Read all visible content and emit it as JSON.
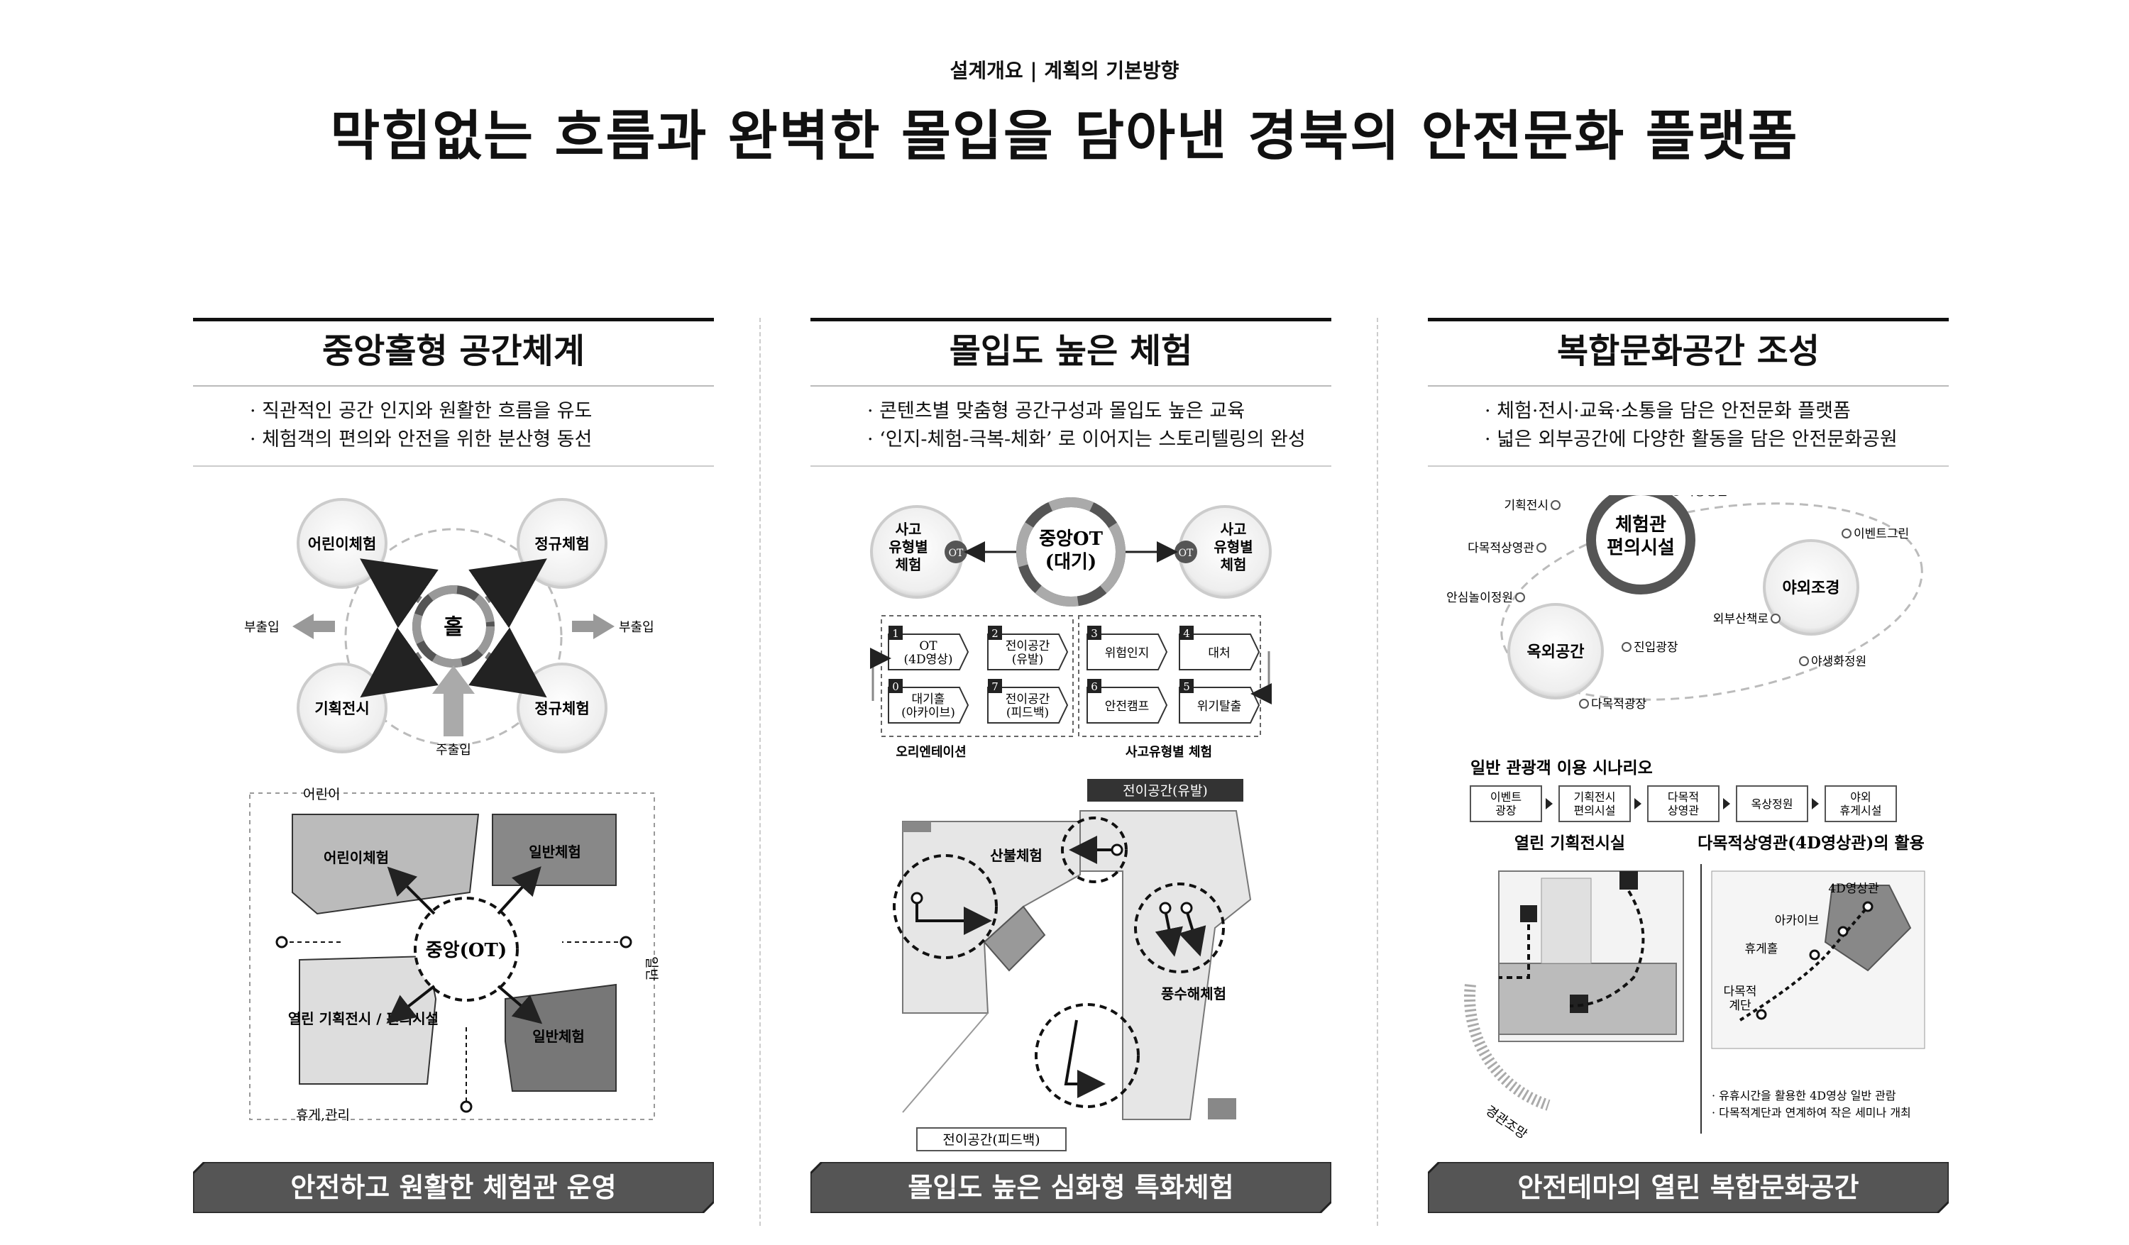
{
  "header": {
    "subtitle": "설계개요 | 계획의 기본방향",
    "title": "막힘없는 흐름과 완벽한 몰입을 담아낸 경북의 안전문화 플랫폼"
  },
  "columns": [
    {
      "title": "중앙홀형 공간체계",
      "bullets": [
        "· 직관적인 공간 인지와 원활한 흐름을 유도",
        "· 체험객의 편의와 안전을 위한 분산형 동선"
      ],
      "banner": "안전하고 원활한 체험관 운영",
      "hub": {
        "center": "홀",
        "nodes": [
          "어린이체험",
          "정규체험",
          "기획전시",
          "정규체험"
        ],
        "side_left": "부출입",
        "side_right": "부출입",
        "bottom": "주출입"
      },
      "plan": {
        "top_label": "어린이",
        "right_label": "일반",
        "bottom_label": "휴게,관리",
        "center": "중앙(OT)",
        "rooms": [
          "어린이체험",
          "일반체험",
          "열린 기획전시\n/ 편의시설",
          "일반체험"
        ]
      }
    },
    {
      "title": "몰입도 높은 체험",
      "bullets": [
        "· 콘텐츠별 맞춤형 공간구성과 몰입도 높은 교육",
        "· ‘인지-체험-극복-체화’ 로 이어지는 스토리텔링의 완성"
      ],
      "banner": "몰입도 높은 심화형 특화체험",
      "ot": {
        "center": "중앙OT\n(대기)",
        "left": "사고\n유형별\n체험",
        "right": "사고\n유형별\n체험",
        "badge": "OT"
      },
      "flow": {
        "steps": [
          {
            "n": "1",
            "label": "OT\n(4D영상)"
          },
          {
            "n": "2",
            "label": "전이공간\n(유발)"
          },
          {
            "n": "3",
            "label": "위험인지"
          },
          {
            "n": "4",
            "label": "대처"
          },
          {
            "n": "0",
            "label": "대기홀\n(아카이브)"
          },
          {
            "n": "7",
            "label": "전이공간\n(피드백)"
          },
          {
            "n": "6",
            "label": "안전캠프"
          },
          {
            "n": "5",
            "label": "위기탈출"
          }
        ],
        "group_left": "오리엔테이션",
        "group_right": "사고유형별 체험"
      },
      "plan": {
        "tag_top": "전이공간(유발)",
        "tag_bottom": "전이공간(피드백)",
        "room1": "산불체험",
        "room2": "풍수해체험"
      }
    },
    {
      "title": "복합문화공간 조성",
      "bullets": [
        "· 체험·전시·교육·소통을 담은 안전문화 플랫폼",
        "· 넓은 외부공간에 다양한 활동을 담은 안전문화공원"
      ],
      "banner": "안전테마의 열린 복합문화공간",
      "network": {
        "main": "체험관\n편의시설",
        "mid": "야외조경",
        "low": "옥외공간",
        "labels": [
          "기획전시",
          "옥상정원",
          "다목적상영관",
          "이벤트그린",
          "안심놀이정원",
          "외부산책로",
          "진입광장",
          "야생화정원",
          "다목적광장"
        ]
      },
      "scenario": {
        "title": "일반 관광객 이용 시나리오",
        "steps": [
          "이벤트\n광장",
          "기획전시\n편의시설",
          "다목적\n상영관",
          "옥상정원",
          "야외\n휴게시설"
        ]
      },
      "sub_left": {
        "title": "열린 기획전시실",
        "arc": "경관조망"
      },
      "sub_right": {
        "title": "다목적상영관(4D영상관)의 활용",
        "labels": [
          "4D영상관",
          "아카이브",
          "휴게홀",
          "다목적\n계단"
        ],
        "notes": [
          "· 유휴시간을 활용한 4D영상 일반 관람",
          "· 다목적계단과 연계하여 작은 세미나 개최"
        ]
      }
    }
  ]
}
